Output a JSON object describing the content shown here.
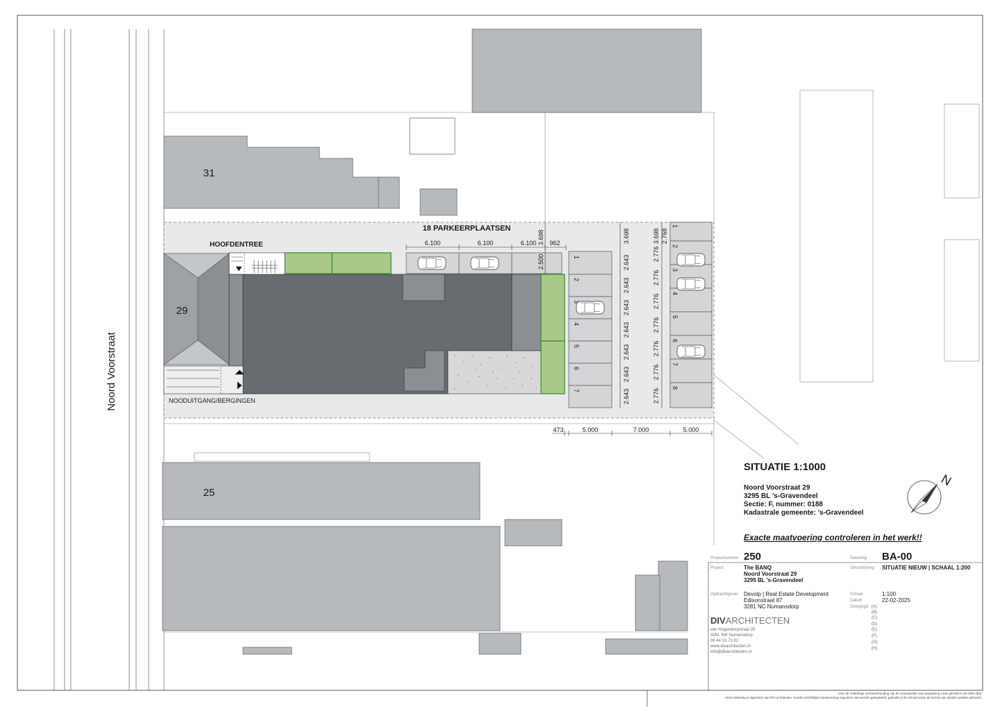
{
  "street": "Noord Voorstraat",
  "house_numbers": {
    "n31": "31",
    "n29": "29",
    "n25": "25"
  },
  "labels": {
    "parking_title": "18 PARKEERPLAATSEN",
    "main_entrance": "HOOFDENTREE",
    "emergency_exit": "NOODUITGANG/BERGINGEN"
  },
  "dimensions": {
    "top_spans": [
      "6.100",
      "6.100",
      "6.100",
      "962"
    ],
    "top_vertical": [
      "3.698",
      "2.500"
    ],
    "col1_spans": [
      "3.698",
      "2.643",
      "2.643",
      "2.643",
      "2.643",
      "2.643",
      "2.643",
      "2.643"
    ],
    "col2_spans": [
      "3.698",
      "2.776",
      "2.776",
      "2.776",
      "2.776",
      "2.776",
      "2.776",
      "2.776"
    ],
    "col3_top": "2.768",
    "bottom_spans": [
      "473",
      "5.000",
      "7.000",
      "5.000"
    ]
  },
  "parking_numbers_left": [
    "1",
    "2",
    "3",
    "4",
    "5",
    "6",
    "7"
  ],
  "parking_numbers_right": [
    "1",
    "2",
    "3",
    "4",
    "5",
    "6",
    "7",
    "8"
  ],
  "situatie": {
    "title": "SITUATIE 1:1000",
    "address_line1": "Noord Voorstraat 29",
    "address_line2": "3295 BL 's-Gravendeel",
    "address_line3": "Sectie: F, nummer: 0188",
    "address_line4": "Kadastrale gemeente: 's-Gravendeel",
    "warning": "Exacte maatvoering controleren in het werk!!"
  },
  "north": "N",
  "titleblock": {
    "projectnummer_label": "Projectnummer",
    "projectnummer": "250",
    "tekening_label": "Tekening",
    "tekening": "BA-00",
    "project_label": "Project",
    "project_lines": [
      "The BANQ",
      "Noord Voorstraat 29",
      "3295 BL 's-Gravendeel"
    ],
    "omschrijving_label": "Omschrijving",
    "omschrijving": "SITUATIE NIEUW  |  SCHAAL 1:200",
    "opdrachtgever_label": "Opdrachtgever",
    "opdrachtgever_lines": [
      "Devolp | Real Estate Development",
      "Edisonstraat 87",
      "3281 NC Numansdorp"
    ],
    "schaal_label": "Schaal",
    "schaal": "1:100",
    "datum_label": "Datum",
    "datum": "22-02-2025",
    "gewijzigd_label": "Gewijzigd",
    "revisions": [
      "(A)",
      "(B)",
      "(C)",
      "(D)",
      "(E)",
      "(F)",
      "(G)",
      "(H)"
    ],
    "office_bold": "DIV",
    "office_rest": "ARCHITECTEN",
    "office_lines": [
      "van Hogendorpstraat 25",
      "3281 SW Numansdorp",
      "06 44 13 73 82",
      "www.divarchitecten.nl",
      "info@divarchitecten.nl"
    ],
    "disclaimer1": "- Voor de onderlinge rechtsverhouding zijn de voorwaarden van toepassing zoals gemeld in de DNR 2011",
    "disclaimer2": "- Deze tekening is eigendom van DIV architecten. Zonder schriftelijke toestemming mag deze niet worden gekopieerd, gebruikt of de inhoud ervan ter kennis aan derden worden gebracht."
  },
  "colors": {
    "neighbour": "#b6babd",
    "building": "#666c70",
    "building_mid": "#8a8f93",
    "green": "#a9c98a",
    "green_stroke": "#2e8b2e",
    "paving": "#e8e9e9",
    "parking": "#d3d5d6"
  }
}
